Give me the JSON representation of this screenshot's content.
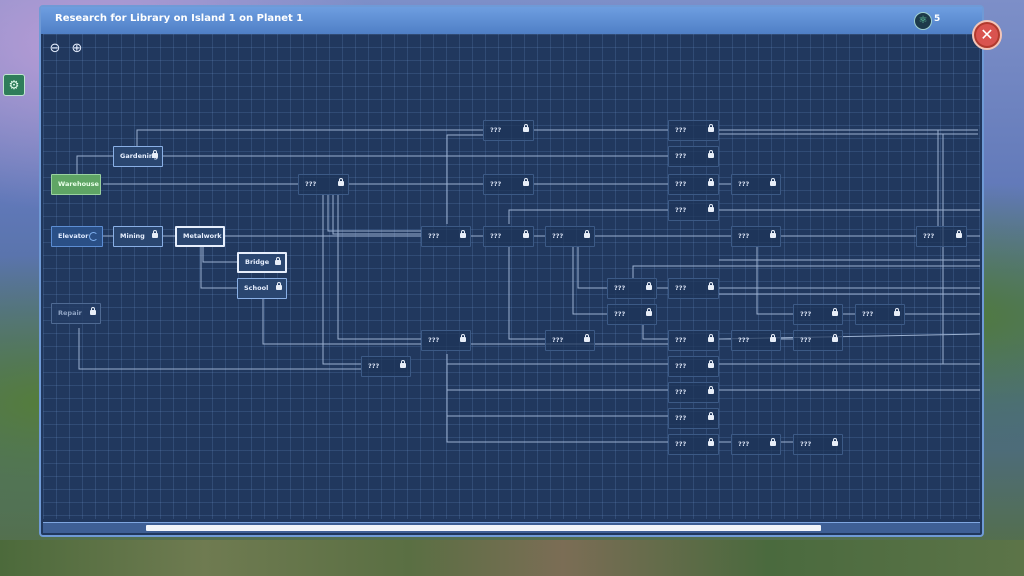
{
  "window": {
    "title": "Research for Library on Island 1 on Planet 1",
    "research_points": "5",
    "close_label": "✕",
    "zoom_out_label": "−",
    "zoom_in_label": "+"
  },
  "colors": {
    "unlocked": "#5fa565",
    "title_bar": "#5f8fd4",
    "canvas": "#21385e",
    "close": "#d9534f"
  },
  "icons": {
    "side": "gear-icon",
    "research": "research-points-icon",
    "zoom_out": "zoom-out-icon",
    "zoom_in": "zoom-in-icon",
    "lock": "lock-icon"
  },
  "scroll": {
    "position": 0.11,
    "visible_fraction": 0.72
  },
  "nodes": {
    "warehouse": "Warehouse",
    "gardening": "Gardening",
    "elevator": "Elevator",
    "mining": "Mining",
    "metalwork": "Metalwork",
    "bridge": "Bridge",
    "school": "School",
    "repair": "Repair",
    "unknown": "???"
  }
}
